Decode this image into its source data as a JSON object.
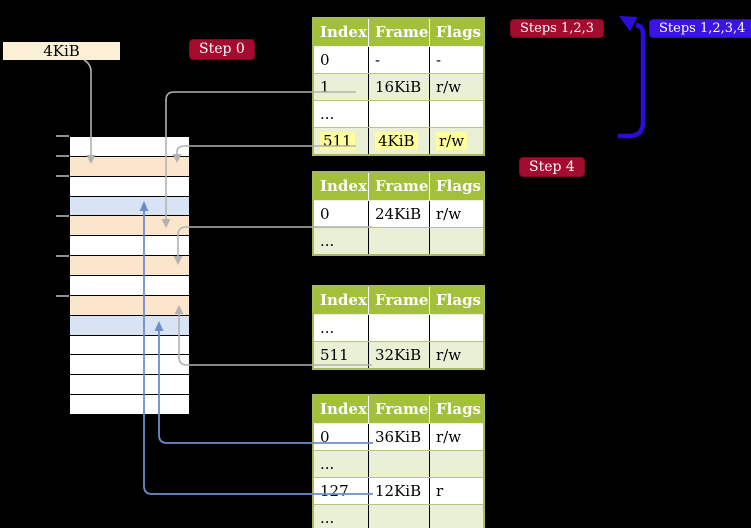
{
  "background": "#000000",
  "labels": {
    "page_size_box": "4KiB",
    "step0": "Step 0",
    "steps123": "Steps 1,2,3",
    "steps1234": "Steps 1,2,3,4",
    "step4": "Step 4"
  },
  "memory": {
    "rows": [
      "white",
      "orange",
      "white",
      "blue",
      "orange",
      "white",
      "orange",
      "white",
      "orange",
      "blue",
      "white",
      "white",
      "white",
      "white"
    ],
    "tick_y": [
      135,
      155,
      175,
      215,
      255,
      295
    ],
    "row_colors": {
      "white": "#ffffff",
      "orange": "#fce5cd",
      "blue": "#d8e4f4"
    }
  },
  "tables": [
    {
      "headers": [
        "Index",
        "Frame",
        "Flags"
      ],
      "rows": [
        {
          "cells": [
            "0",
            "-",
            "-"
          ],
          "shaded": false,
          "highlighted": false
        },
        {
          "cells": [
            "1",
            "16KiB",
            "r/w"
          ],
          "shaded": true,
          "highlighted": false
        },
        {
          "cells": [
            "...",
            "",
            ""
          ],
          "shaded": false,
          "highlighted": false
        },
        {
          "cells": [
            "511",
            "4KiB",
            "r/w"
          ],
          "shaded": true,
          "highlighted": true
        }
      ]
    },
    {
      "headers": [
        "Index",
        "Frame",
        "Flags"
      ],
      "rows": [
        {
          "cells": [
            "0",
            "24KiB",
            "r/w"
          ],
          "shaded": false,
          "highlighted": false
        },
        {
          "cells": [
            "...",
            "",
            ""
          ],
          "shaded": true,
          "highlighted": false
        }
      ]
    },
    {
      "headers": [
        "Index",
        "Frame",
        "Flags"
      ],
      "rows": [
        {
          "cells": [
            "...",
            "",
            ""
          ],
          "shaded": false,
          "highlighted": false
        },
        {
          "cells": [
            "511",
            "32KiB",
            "r/w"
          ],
          "shaded": true,
          "highlighted": false
        }
      ]
    },
    {
      "headers": [
        "Index",
        "Frame",
        "Flags"
      ],
      "rows": [
        {
          "cells": [
            "0",
            "36KiB",
            "r/w"
          ],
          "shaded": false,
          "highlighted": false
        },
        {
          "cells": [
            "...",
            "",
            ""
          ],
          "shaded": true,
          "highlighted": false
        },
        {
          "cells": [
            "127",
            "12KiB",
            "r"
          ],
          "shaded": false,
          "highlighted": false
        },
        {
          "cells": [
            "...",
            "",
            ""
          ],
          "shaded": true,
          "highlighted": false
        }
      ]
    }
  ],
  "arrows": [
    {
      "name": "arrow-4kib-box-to-frame-4kib",
      "color": "gray",
      "direction": "down"
    },
    {
      "name": "arrow-table1-row1-to-frame-16kib",
      "color": "gray",
      "direction": "down"
    },
    {
      "name": "arrow-table1-row511-to-frame-4kib",
      "color": "gray",
      "direction": "down"
    },
    {
      "name": "arrow-table2-row0-to-frame-24kib",
      "color": "gray",
      "direction": "down"
    },
    {
      "name": "arrow-table3-row511-to-frame-32kib",
      "color": "gray",
      "direction": "up"
    },
    {
      "name": "arrow-table4-row0-to-frame-36kib",
      "color": "steelblue",
      "direction": "up"
    },
    {
      "name": "arrow-table4-row127-to-frame-12kib",
      "color": "steelblue",
      "direction": "up"
    },
    {
      "name": "loop-back-arrow",
      "color": "blue",
      "direction": "up-left"
    }
  ],
  "colors": {
    "table_header_green": "#a3c03c",
    "table_row_light_green": "#eaf0d6",
    "table_border_olive": "#a9b960",
    "highlight_yellow": "#ffff9d",
    "memory_orange": "#fce5cd",
    "memory_blue": "#d8e4f4",
    "wheat_box": "#faf0d5",
    "badge_red": "#a30c2e",
    "badge_blue": "#3a14e3",
    "arrow_gray": "#b2b2b2",
    "arrow_steel_blue": "#6e8ec9",
    "arrow_thick_blue": "#2d0cd9"
  }
}
